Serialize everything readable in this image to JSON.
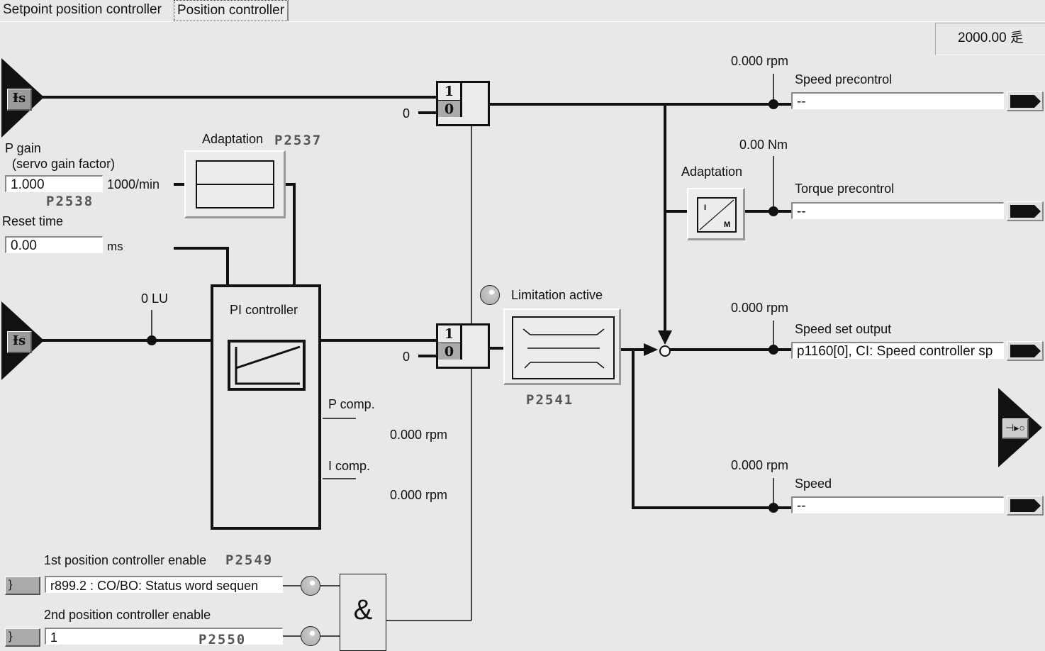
{
  "tabs": [
    {
      "label": "Setpoint position controller",
      "active": false
    },
    {
      "label": "Position controller",
      "active": true
    }
  ],
  "top_value": {
    "value": "2000.00",
    "unit_glyph": "⾡"
  },
  "inputs": {
    "setpoint_top_icon": "setpoint-input-icon",
    "setpoint_mid_icon": "setpoint-input-icon",
    "mid_signal_value": "0 LU"
  },
  "p_gain": {
    "label": "P gain",
    "sublabel": "(servo gain factor)",
    "value": "1.000",
    "unit": "1000/min",
    "param": "P2538"
  },
  "reset_time": {
    "label": "Reset time",
    "value": "0.00",
    "unit": "ms"
  },
  "adaptation_left": {
    "label": "Adaptation",
    "param": "P2537"
  },
  "switch_top": {
    "one": "1",
    "zero": "0",
    "zero_input": "0"
  },
  "switch_mid": {
    "one": "1",
    "zero": "0",
    "zero_input": "0"
  },
  "pi_controller": {
    "title": "PI controller",
    "p_comp_label": "P comp.",
    "p_comp_value": "0.000 rpm",
    "i_comp_label": "I comp.",
    "i_comp_value": "0.000 rpm"
  },
  "limitation": {
    "label": "Limitation active",
    "param": "P2541"
  },
  "adaptation_right": {
    "label": "Adaptation",
    "i_letter": "I",
    "m_letter": "M"
  },
  "outputs": [
    {
      "value": "0.000 rpm",
      "label": "Speed precontrol",
      "field": "--"
    },
    {
      "value": "0.00 Nm",
      "label": "Torque precontrol",
      "field": "--"
    },
    {
      "value": "0.000 rpm",
      "label": "Speed set output",
      "field": "p1160[0], CI: Speed controller sp"
    },
    {
      "value": "0.000 rpm",
      "label": "Speed",
      "field": "--"
    }
  ],
  "enables": [
    {
      "label": "1st position controller enable",
      "param": "P2549",
      "field": "r899.2 : CO/BO: Status word sequen"
    },
    {
      "label": "2nd position controller enable",
      "param": "P2550",
      "field": "1"
    }
  ],
  "and_gate": {
    "symbol": "&"
  },
  "colors": {
    "background": "#e8e8e8",
    "wire": "#111111",
    "field": "#ffffff"
  }
}
